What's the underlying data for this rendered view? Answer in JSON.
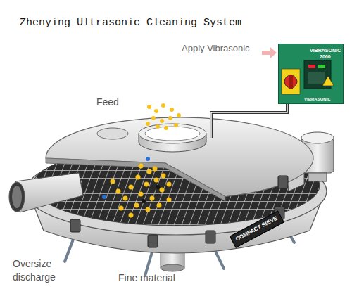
{
  "diagram": {
    "title": "Zhenying Ultrasonic Cleaning System",
    "nodes": [
      {
        "text": [
          "VIBRASONIC",
          "2060"
        ]
      }
    ],
    "labels": [
      "Apply Vibrasonic",
      "Feed",
      "Oversize discharge",
      "Fine material",
      "COMPACT SIEVE",
      "VIBRASONIC"
    ]
  }
}
